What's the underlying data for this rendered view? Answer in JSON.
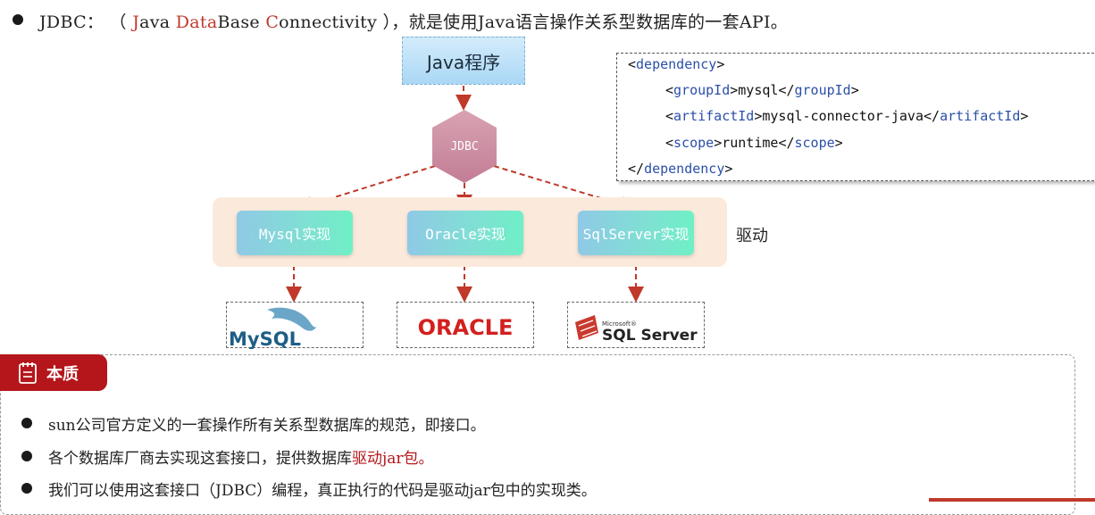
{
  "intro": {
    "prefix": "JDBC：  （ ",
    "j": "J",
    "ava": "ava ",
    "data": "Data",
    "base": "Base ",
    "c": "C",
    "onnectivity": "onnectivity ），就是使用Java语言操作关系型数据库的一套API。"
  },
  "diagram": {
    "java_program": "Java程序",
    "jdbc": "JDBC",
    "implementations": [
      "Mysql实现",
      "Oracle实现",
      "SqlServer实现"
    ],
    "driver_label": "驱动",
    "databases": {
      "mysql": "MySQL",
      "oracle": "ORACLE",
      "sqlserver_small": "Microsoft®",
      "sqlserver": "SQL Server"
    },
    "colors": {
      "arrow": "#c0392b",
      "hexagon": "#c98aa0",
      "band": "#fbeadc"
    }
  },
  "code": {
    "line1_tag": "dependency",
    "line2_tag": "groupId",
    "line2_value": "mysql",
    "line3_tag": "artifactId",
    "line3_value": "mysql-connector-java",
    "line4_tag": "scope",
    "line4_value": "runtime",
    "line5_tag": "dependency"
  },
  "essence": {
    "title": "本质",
    "item1": "sun公司官方定义的一套操作所有关系型数据库的规范，即接口。",
    "item2_prefix": "各个数据库厂商去实现这套接口，提供数据库",
    "item2_highlight": "驱动jar包。",
    "item3": "我们可以使用这套接口（JDBC）编程，真正执行的代码是驱动jar包中的实现类。"
  }
}
